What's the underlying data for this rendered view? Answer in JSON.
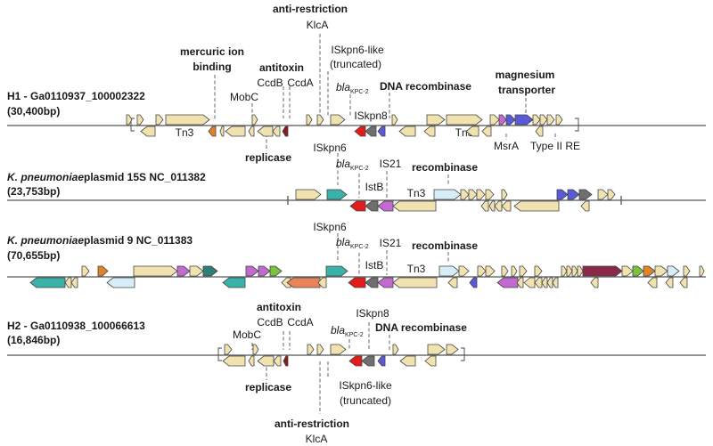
{
  "colors": {
    "beige": "#f1e3b0",
    "teal": "#3bb2a9",
    "red": "#e41b1b",
    "gray": "#6f6f6f",
    "purple": "#c26ad0",
    "blue": "#5a5ad8",
    "lightblue": "#d6eef7",
    "orange": "#e0822a",
    "green": "#79c23d",
    "maroon": "#8a2a4a",
    "salmon": "#e8845a",
    "darkteal": "#2d7f77",
    "darkred": "#8b1a1a",
    "white": "#ffffff"
  },
  "tracks": [
    {
      "id": "h1",
      "title": "H1 - Ga0110937_100002322",
      "title_italic": "",
      "size": "(30,400bp)",
      "annotations": [
        {
          "text": "anti-restriction",
          "bold": true
        },
        {
          "text": "KlcA",
          "bold": false
        },
        {
          "text": "mercuric ion",
          "bold": true
        },
        {
          "text": "binding",
          "bold": true
        },
        {
          "text": "ISkpn6-like",
          "bold": false
        },
        {
          "text": "(truncated)",
          "bold": false
        },
        {
          "text": "antitoxin",
          "bold": true
        },
        {
          "text": "CcdB",
          "bold": false
        },
        {
          "text": "CcdA",
          "bold": false
        },
        {
          "text": "MobC",
          "bold": false
        },
        {
          "text": "DNA recombinase",
          "bold": true
        },
        {
          "text": "magnesium",
          "bold": true
        },
        {
          "text": "transporter",
          "bold": true
        },
        {
          "text": "Tn3",
          "bold": false
        },
        {
          "text": "ISkpn8",
          "bold": false
        },
        {
          "text": "Tn3",
          "bold": false
        },
        {
          "text": "replicase",
          "bold": true
        },
        {
          "text": "MsrA",
          "bold": false
        },
        {
          "text": "Type II RE",
          "bold": false
        }
      ]
    },
    {
      "id": "p15s",
      "title": "plasmid 15S NC_011382",
      "title_italic": "K. pneumoniae",
      "size": "(23,753bp)",
      "annotations": [
        {
          "text": "ISkpn6",
          "bold": false
        },
        {
          "text": "IS21",
          "bold": false
        },
        {
          "text": "recombinase",
          "bold": true
        },
        {
          "text": "IstB",
          "bold": false
        },
        {
          "text": "Tn3",
          "bold": false
        }
      ]
    },
    {
      "id": "p9",
      "title": "plasmid 9 NC_011383",
      "title_italic": "K. pneumoniae",
      "size": "(70,655bp)",
      "annotations": [
        {
          "text": "ISkpn6",
          "bold": false
        },
        {
          "text": "IS21",
          "bold": false
        },
        {
          "text": "recombinase",
          "bold": true
        },
        {
          "text": "IstB",
          "bold": false
        },
        {
          "text": "Tn3",
          "bold": false
        }
      ]
    },
    {
      "id": "h2",
      "title": "H2 - Ga0110938_100066613",
      "title_italic": "",
      "size": "(16,846bp)",
      "annotations": [
        {
          "text": "antitoxin",
          "bold": true
        },
        {
          "text": "CcdB",
          "bold": false
        },
        {
          "text": "CcdA",
          "bold": false
        },
        {
          "text": "ISkpn8",
          "bold": false
        },
        {
          "text": "MobC",
          "bold": false
        },
        {
          "text": "DNA recombinase",
          "bold": true
        },
        {
          "text": "replicase",
          "bold": true
        },
        {
          "text": "ISkpn6-like",
          "bold": false
        },
        {
          "text": "(truncated)",
          "bold": false
        },
        {
          "text": "anti-restriction",
          "bold": true
        },
        {
          "text": "KlcA",
          "bold": false
        }
      ]
    }
  ],
  "bla": {
    "prefix": "bla",
    "subscript": "KPC-2"
  }
}
